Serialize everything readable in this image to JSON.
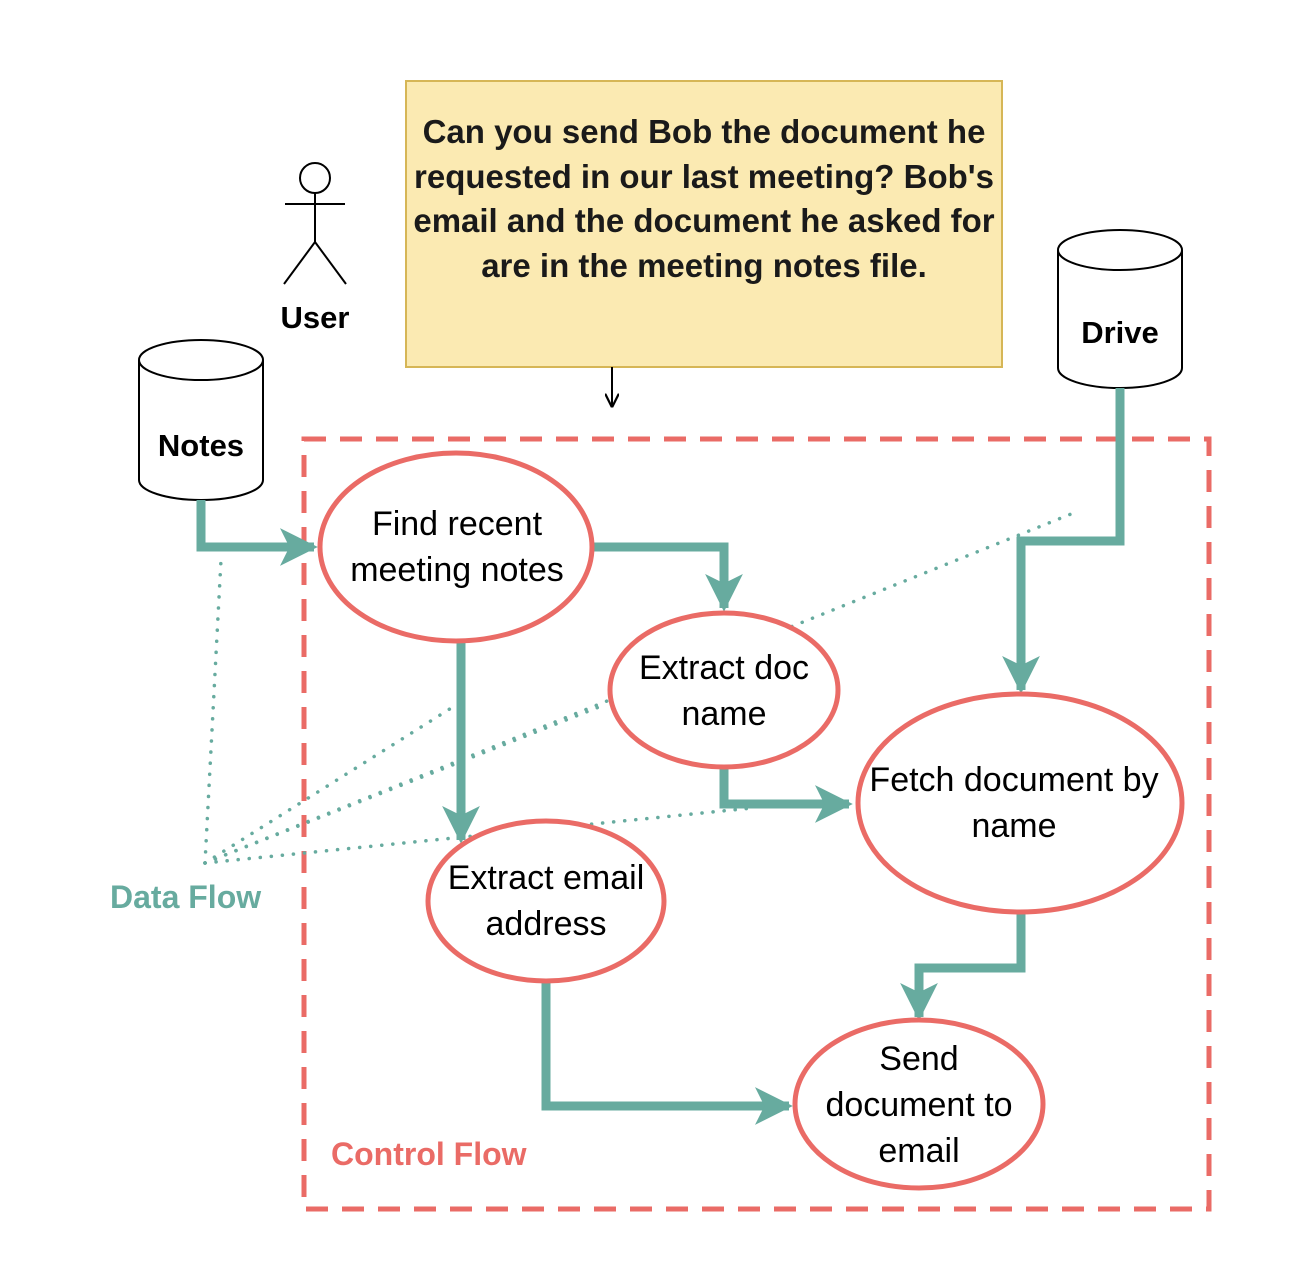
{
  "prompt": "Can you send Bob the document he requested in our last meeting? Bob's email and the document he asked for are in the meeting notes file.",
  "actor": {
    "label": "User"
  },
  "stores": {
    "notes": "Notes",
    "drive": "Drive"
  },
  "nodes": {
    "find_notes": "Find recent meeting notes",
    "extract_doc": "Extract doc name",
    "extract_email": "Extract email address",
    "fetch_doc": "Fetch document by name",
    "send_doc": "Send document to email"
  },
  "legend": {
    "data_flow": "Data Flow",
    "control_flow": "Control Flow"
  },
  "colors": {
    "data_flow": "#67ab9f",
    "control_flow": "#ea6b66",
    "prompt_fill": "#fbeab2",
    "prompt_border": "#d6b656"
  }
}
